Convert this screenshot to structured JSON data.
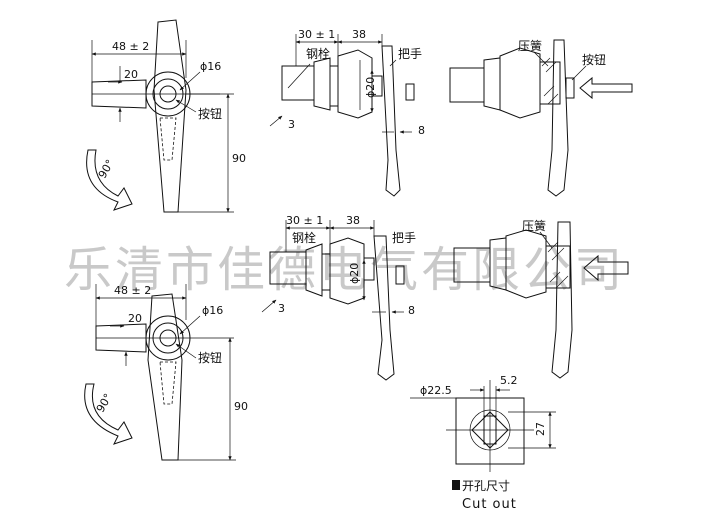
{
  "watermark": "乐清市佳德电气有限公司",
  "top_front": {
    "width_dim": "48 ± 2",
    "offset_dim": "20",
    "dia_dim": "ϕ16",
    "button_label": "按钮",
    "height_dim": "90",
    "rotate_label": "90°"
  },
  "top_side": {
    "pin_dim": "30 ± 1",
    "handle_dim": "38",
    "pin_label": "钢栓",
    "handle_label": "把手",
    "dia_dim": "ϕ20",
    "gap_dim": "3",
    "thick_dim": "8"
  },
  "top_section": {
    "spring_label": "压簧",
    "button_label": "按钮"
  },
  "bottom_side": {
    "pin_dim": "30 ± 1",
    "handle_dim": "38",
    "pin_label": "钢栓",
    "handle_label": "把手",
    "dia_dim": "ϕ20",
    "gap_dim": "3",
    "thick_dim": "8"
  },
  "bottom_section": {
    "spring_label": "压簧"
  },
  "bottom_front": {
    "width_dim": "48 ± 2",
    "offset_dim": "20",
    "dia_dim": "ϕ16",
    "button_label": "按钮",
    "height_dim": "90",
    "rotate_label": "90°"
  },
  "cutout": {
    "dia_dim": "ϕ22.5",
    "side_dim": "5.2",
    "height_dim": "27",
    "title_cn": "开孔尺寸",
    "title_en": "Cut out"
  }
}
